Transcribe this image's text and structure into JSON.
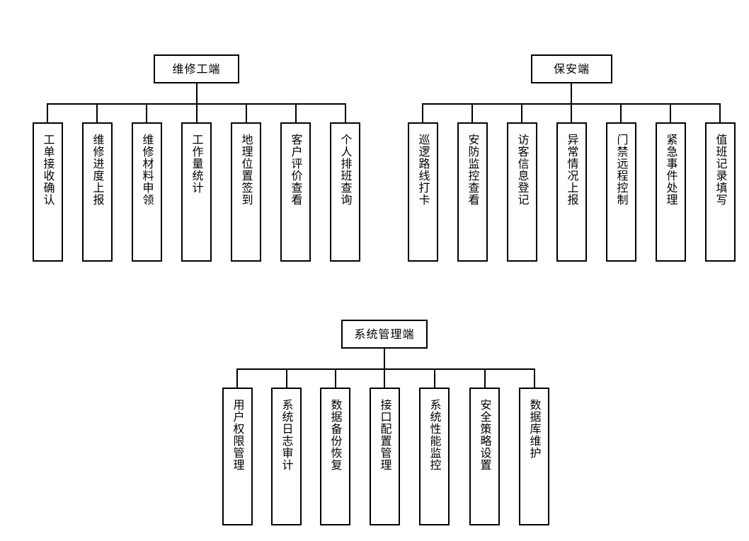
{
  "diagram": {
    "type": "org-hierarchy-tree",
    "title": "",
    "background_color": "#ffffff",
    "line_color": "#000000",
    "text_color": "#000000",
    "sections": [
      {
        "id": "repair-worker",
        "root": "维修工端",
        "children": [
          "工单接收确认",
          "维修进度上报",
          "维修材料申领",
          "工作量统计",
          "地理位置签到",
          "客户评价查看",
          "个人排班查询"
        ]
      },
      {
        "id": "security-guard",
        "root": "保安端",
        "children": [
          "巡逻路线打卡",
          "安防监控查看",
          "访客信息登记",
          "异常情况上报",
          "门禁远程控制",
          "紧急事件处理",
          "值班记录填写"
        ]
      },
      {
        "id": "system-admin",
        "root": "系统管理端",
        "children": [
          "用户权限管理",
          "系统日志审计",
          "数据备份恢复",
          "接口配置管理",
          "系统性能监控",
          "安全策略设置",
          "数据库维护"
        ]
      }
    ]
  }
}
